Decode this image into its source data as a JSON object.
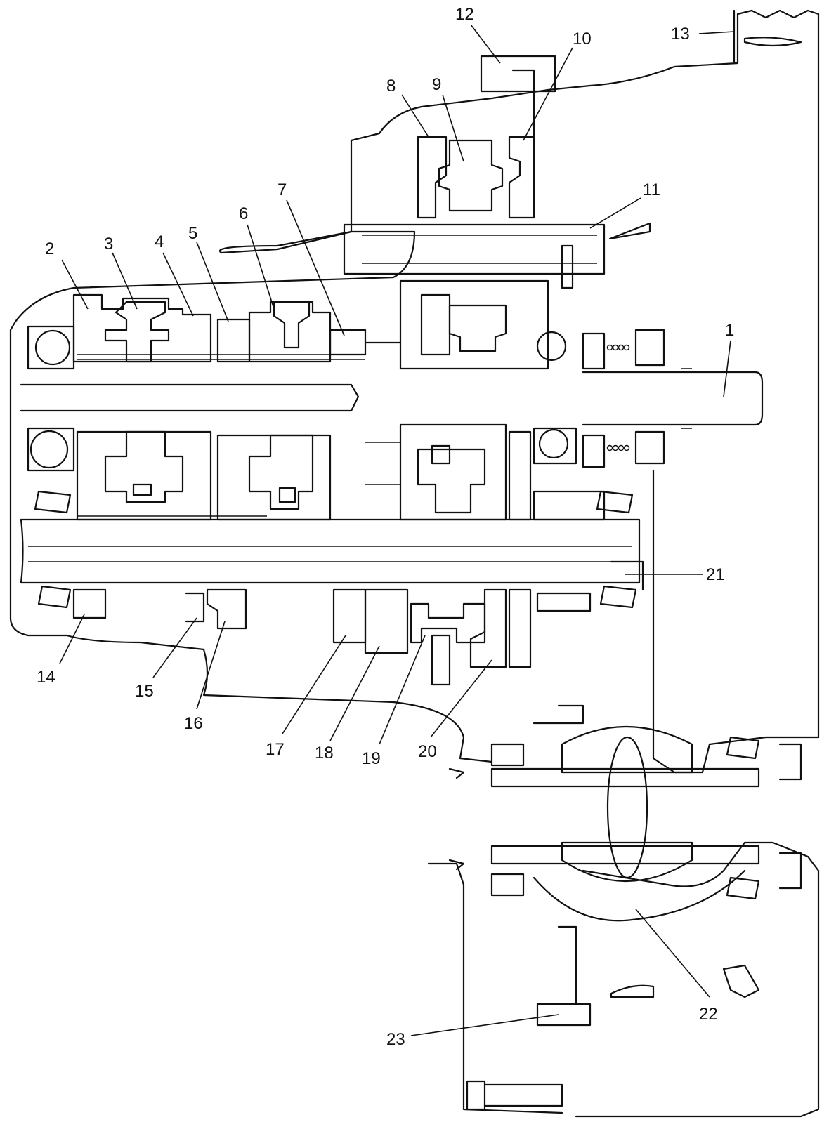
{
  "callouts": [
    {
      "id": "1",
      "text": "1"
    },
    {
      "id": "2",
      "text": "2"
    },
    {
      "id": "3",
      "text": "3"
    },
    {
      "id": "4",
      "text": "4"
    },
    {
      "id": "5",
      "text": "5"
    },
    {
      "id": "6",
      "text": "6"
    },
    {
      "id": "7",
      "text": "7"
    },
    {
      "id": "8",
      "text": "8"
    },
    {
      "id": "9",
      "text": "9"
    },
    {
      "id": "10",
      "text": "10"
    },
    {
      "id": "11",
      "text": "11"
    },
    {
      "id": "12",
      "text": "12"
    },
    {
      "id": "13",
      "text": "13"
    },
    {
      "id": "14",
      "text": "14"
    },
    {
      "id": "15",
      "text": "15"
    },
    {
      "id": "16",
      "text": "16"
    },
    {
      "id": "17",
      "text": "17"
    },
    {
      "id": "18",
      "text": "18"
    },
    {
      "id": "19",
      "text": "19"
    },
    {
      "id": "20",
      "text": "20"
    },
    {
      "id": "21",
      "text": "21"
    },
    {
      "id": "22",
      "text": "22"
    },
    {
      "id": "23",
      "text": "23"
    }
  ]
}
